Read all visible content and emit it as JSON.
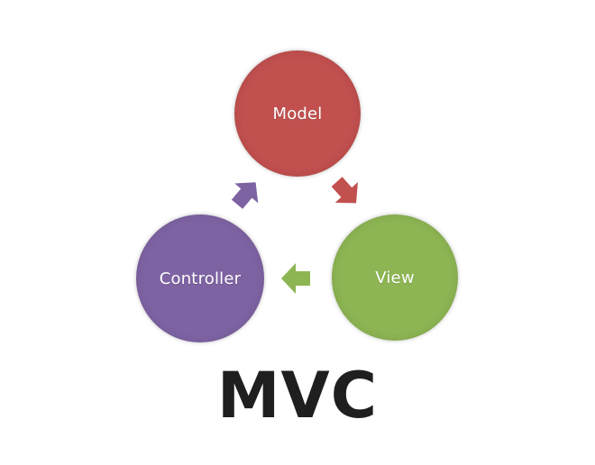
{
  "title": "MVC",
  "nodes": {
    "model": {
      "label": "Model",
      "color": "#c1504f"
    },
    "view": {
      "label": "View",
      "color": "#8db553"
    },
    "controller": {
      "label": "Controller",
      "color": "#7e63a3"
    }
  },
  "arrows": {
    "model_to_view": {
      "color": "#c1504f"
    },
    "view_to_controller": {
      "color": "#8db553"
    },
    "controller_to_model": {
      "color": "#7e63a3"
    }
  }
}
